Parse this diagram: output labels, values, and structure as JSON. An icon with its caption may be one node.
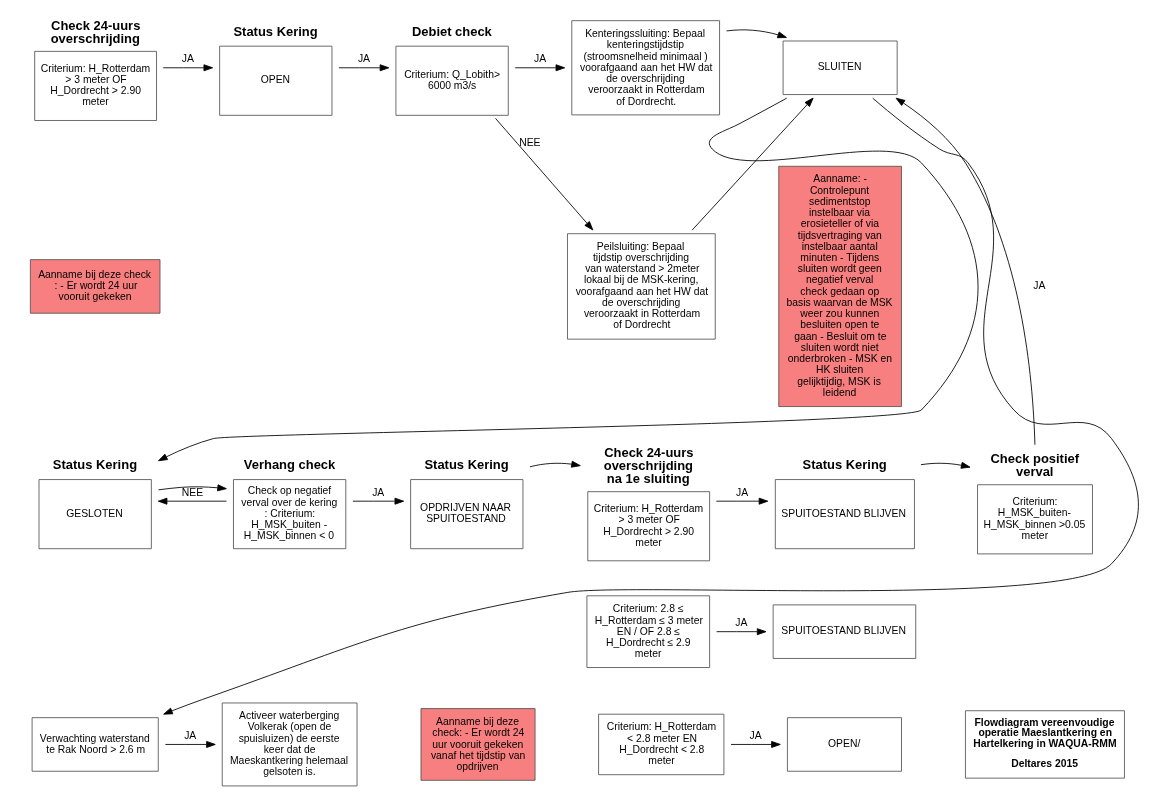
{
  "diagram": {
    "nodes": [
      {
        "text": [
          "Check 24-uurs overschrijding",
          "Criterium: H_Rotterdam > 3 meter OF H_Dordrecht > 2.90 meter"
        ]
      },
      {
        "text": [
          "Aanname bij deze check : - Er wordt 24 uur vooruit gekeken"
        ]
      },
      {
        "text": [
          "Status Kering",
          "OPEN"
        ]
      },
      {
        "text": [
          "Debiet check",
          "Criterium: Q_Lobith> 6000 m3/s"
        ]
      },
      {
        "text": [
          "Kenteringssluiting: Bepaal kenteringstijdstip (stroomsnelheid minimaal ) voorafgaand aan het HW dat de overschrijding veroorzaakt in Rotterdam of Dordrecht."
        ]
      },
      {
        "text": [
          "Peilsluiting: Bepaal tijdstip overschrijding van waterstand > 2meter lokaal bij de MSK-kering, voorafgaand aan het HW dat de overschrijding veroorzaakt in Rotterdam of Dordrecht"
        ]
      },
      {
        "text": [
          "SLUITEN"
        ]
      },
      {
        "text": [
          "Aanname: - Controlepunt sedimentstop instelbaar via erosieteller of via tijdsvertraging van instelbaar aantal minuten - Tijdens sluiten wordt geen negatief verval check gedaan op basis waarvan de MSK weer zou kunnen besluiten open te gaan - Besluit om te sluiten wordt niet onderbroken - MSK en HK sluiten gelijktijdig, MSK is leidend"
        ]
      },
      {
        "text": [
          "Status Kering",
          "GESLOTEN"
        ]
      },
      {
        "text": [
          "Verhang check",
          "Check op negatief verval over de kering : Criterium: H_MSK_buiten - H_MSK_binnen < 0"
        ]
      },
      {
        "text": [
          "Status Kering",
          "OPDRIJVEN NAAR SPUITOESTAND"
        ]
      },
      {
        "text": [
          "Check 24-uurs overschrijding na 1e sluiting",
          "Criterium: H_Rotterdam > 3 meter OF H_Dordrecht > 2.90 meter"
        ]
      },
      {
        "text": [
          "Status Kering",
          "SPUITOESTAND BLIJVEN"
        ]
      },
      {
        "text": [
          "Check positief verval",
          "Criterium: H_MSK_buiten- H_MSK_binnen >0.05 meter"
        ]
      },
      {
        "text": [
          "Criterium: 2.8 ≤ H_Rotterdam ≤ 3 meter EN / OF 2.8 ≤ H_Dordrecht ≤ 2.9 meter"
        ]
      },
      {
        "text": [
          "SPUITOESTAND BLIJVEN"
        ]
      },
      {
        "text": [
          "Verwachting waterstand te Rak Noord > 2.6 m"
        ]
      },
      {
        "text": [
          "Activeer waterberging Volkerak (open de spuisluizen) de eerste keer dat de Maeskantkering helemaal gelsoten is."
        ]
      },
      {
        "text": [
          "Aanname bij deze check: - Er wordt 24 uur vooruit gekeken vanaf het tijdstip van opdrijven"
        ]
      },
      {
        "text": [
          "Criterium: H_Rotterdam < 2.8 meter EN H_Dordrecht < 2.8 meter"
        ]
      },
      {
        "text": [
          "OPEN/"
        ]
      },
      {
        "text": [
          "Flowdiagram vereenvoudige operatie Maeslantkering en Hartelkering in WAQUA-RMM",
          "Deltares 2015"
        ]
      }
    ],
    "edges": [
      {
        "from": 0,
        "to": 2,
        "arrow": "to",
        "label": "JA"
      },
      {
        "from": 2,
        "to": 3,
        "arrow": "to",
        "label": "JA"
      },
      {
        "from": 3,
        "to": 4,
        "arrow": "to",
        "label": "JA"
      },
      {
        "from": 3,
        "to": 5,
        "arrow": "to",
        "label": "NEE"
      },
      {
        "from": 4,
        "to": 6,
        "arrow": "to"
      },
      {
        "from": 5,
        "to": 6,
        "arrow": "to"
      },
      {
        "from": 13,
        "to": 6,
        "arrow": "to",
        "label": "JA"
      },
      {
        "from": 6,
        "to": 8,
        "arrow": "to"
      },
      {
        "from": 6,
        "to": 16,
        "arrow": "to"
      },
      {
        "from": 8,
        "to": 9,
        "arrow": "to"
      },
      {
        "from": 9,
        "to": 8,
        "arrow": "to",
        "label": "NEE"
      },
      {
        "from": 9,
        "to": 10,
        "arrow": "to",
        "label": "JA"
      },
      {
        "from": 10,
        "to": 11,
        "arrow": "to"
      },
      {
        "from": 11,
        "to": 12,
        "arrow": "to",
        "label": "JA"
      },
      {
        "from": 12,
        "to": 13,
        "arrow": "to"
      },
      {
        "from": 14,
        "to": 15,
        "arrow": "to",
        "label": "JA"
      },
      {
        "from": 19,
        "to": 20,
        "arrow": "to",
        "label": "JA"
      },
      {
        "from": 16,
        "to": 17,
        "arrow": "to",
        "label": "JA"
      }
    ]
  }
}
